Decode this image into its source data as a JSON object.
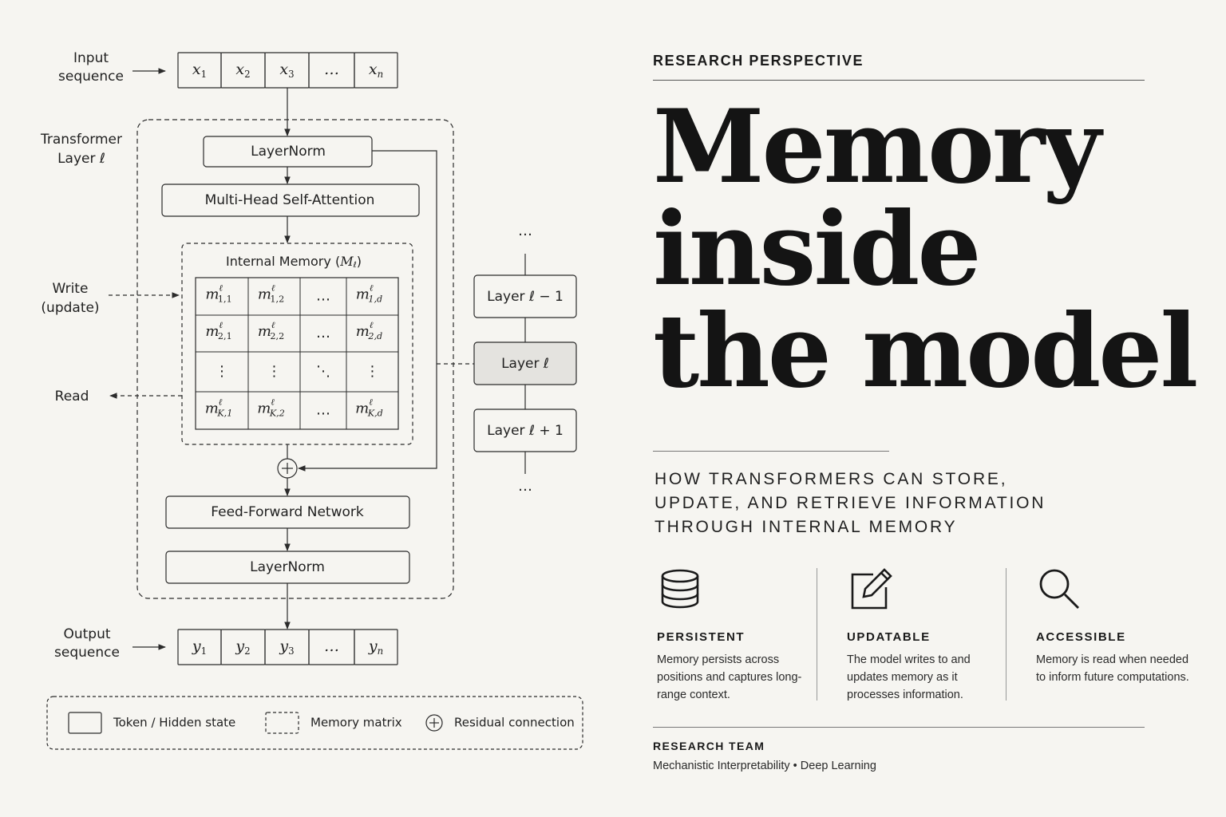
{
  "diagram": {
    "input_label": [
      "Input",
      "sequence"
    ],
    "input_tokens": [
      {
        "base": "x",
        "sub": "1"
      },
      {
        "base": "x",
        "sub": "2"
      },
      {
        "base": "x",
        "sub": "3"
      },
      {
        "base": "…",
        "sub": ""
      },
      {
        "base": "x",
        "sub": "n"
      }
    ],
    "layer_label": [
      "Transformer",
      "Layer ℓ"
    ],
    "layernorm_top": "LayerNorm",
    "mhsa": "Multi-Head Self-Attention",
    "memory_title": "Internal Memory (",
    "memory_title_sym": "M",
    "memory_title_sub": "ℓ",
    "memory_title_close": ")",
    "memory_cells": [
      [
        {
          "t": "m",
          "sup": "ℓ",
          "sub": "1,1"
        },
        {
          "t": "m",
          "sup": "ℓ",
          "sub": "1,2"
        },
        {
          "t": "…",
          "sup": "",
          "sub": ""
        },
        {
          "t": "m",
          "sup": "ℓ",
          "sub": "1,d"
        }
      ],
      [
        {
          "t": "m",
          "sup": "ℓ",
          "sub": "2,1"
        },
        {
          "t": "m",
          "sup": "ℓ",
          "sub": "2,2"
        },
        {
          "t": "…",
          "sup": "",
          "sub": ""
        },
        {
          "t": "m",
          "sup": "ℓ",
          "sub": "2,d"
        }
      ],
      [
        {
          "t": "⋮",
          "sup": "",
          "sub": ""
        },
        {
          "t": "⋮",
          "sup": "",
          "sub": ""
        },
        {
          "t": "⋱",
          "sup": "",
          "sub": ""
        },
        {
          "t": "⋮",
          "sup": "",
          "sub": ""
        }
      ],
      [
        {
          "t": "m",
          "sup": "ℓ",
          "sub": "K,1"
        },
        {
          "t": "m",
          "sup": "ℓ",
          "sub": "K,2"
        },
        {
          "t": "…",
          "sup": "",
          "sub": ""
        },
        {
          "t": "m",
          "sup": "ℓ",
          "sub": "K,d"
        }
      ]
    ],
    "write_label": [
      "Write",
      "(update)"
    ],
    "read_label": "Read",
    "ffn": "Feed-Forward Network",
    "layernorm_bottom": "LayerNorm",
    "output_label": [
      "Output",
      "sequence"
    ],
    "output_tokens": [
      {
        "base": "y",
        "sub": "1"
      },
      {
        "base": "y",
        "sub": "2"
      },
      {
        "base": "y",
        "sub": "3"
      },
      {
        "base": "…",
        "sub": ""
      },
      {
        "base": "y",
        "sub": "n"
      }
    ],
    "stack_dots": "…",
    "stack_layers": [
      {
        "label": "Layer ℓ − 1",
        "highlight": false
      },
      {
        "label": "Layer ℓ",
        "highlight": true
      },
      {
        "label": "Layer ℓ + 1",
        "highlight": false
      }
    ],
    "legend": {
      "token": "Token / Hidden state",
      "memory": "Memory matrix",
      "residual": "Residual connection"
    },
    "colors": {
      "ink": "#2b2b2b",
      "highlight_fill": "#e4e3df",
      "background": "#f6f5f1"
    }
  },
  "panel": {
    "eyebrow": "RESEARCH PERSPECTIVE",
    "headline": [
      "Memory",
      "inside",
      "the model"
    ],
    "subtitle": [
      "HOW TRANSFORMERS CAN STORE,",
      "UPDATE, AND RETRIEVE INFORMATION",
      "THROUGH INTERNAL MEMORY"
    ],
    "features": [
      {
        "icon": "database-icon",
        "title": "PERSISTENT",
        "desc": "Memory persists across positions and captures long-range context."
      },
      {
        "icon": "edit-icon",
        "title": "UPDATABLE",
        "desc": "The model writes to and updates memory as it processes information."
      },
      {
        "icon": "search-icon",
        "title": "ACCESSIBLE",
        "desc": "Memory is read when needed to inform future computations."
      }
    ],
    "team_label": "RESEARCH TEAM",
    "team_text": "Mechanistic Interpretability • Deep Learning"
  }
}
